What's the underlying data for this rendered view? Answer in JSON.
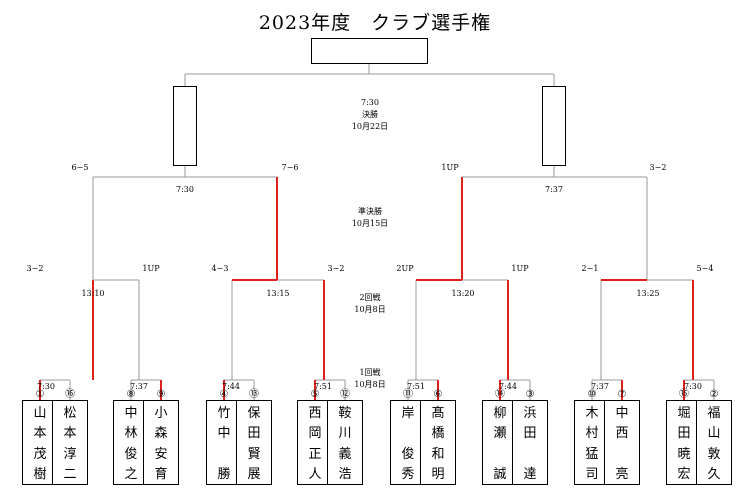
{
  "title": "2023年度　クラブ選手権",
  "rounds": {
    "final": {
      "time": "7:30",
      "name": "決勝",
      "date": "10月22日"
    },
    "semi": {
      "name": "準決勝",
      "date": "10月15日"
    },
    "r2": {
      "name": "2回戦",
      "date": "10月8日"
    },
    "r1": {
      "name": "1回戦",
      "date": "10月8日"
    }
  },
  "semi_matches": [
    {
      "time": "7:30",
      "left_score": "6−5",
      "right_score": "7−6"
    },
    {
      "time": "7:37",
      "left_score": "1UP",
      "right_score": "3−2"
    }
  ],
  "r2_matches": [
    {
      "time": "13:10",
      "left_score": "3−2",
      "right_score": "1UP"
    },
    {
      "time": "13:15",
      "left_score": "4−3",
      "right_score": "3−2"
    },
    {
      "time": "13:20",
      "left_score": "2UP",
      "right_score": "1UP"
    },
    {
      "time": "13:25",
      "left_score": "2−1",
      "right_score": "5−4"
    }
  ],
  "r1_times": [
    "7:30",
    "7:37",
    "7:44",
    "7:51",
    "7:51",
    "7:44",
    "7:37",
    "7:30"
  ],
  "players": [
    {
      "seed": "①",
      "name": [
        "山",
        "本",
        "茂",
        "樹"
      ]
    },
    {
      "seed": "⑯",
      "name": [
        "松",
        "本",
        "淳",
        "二"
      ]
    },
    {
      "seed": "⑧",
      "name": [
        "中",
        "林",
        "俊",
        "之"
      ]
    },
    {
      "seed": "⑨",
      "name": [
        "小",
        "森",
        "安",
        "育"
      ]
    },
    {
      "seed": "④",
      "name": [
        "竹",
        "中",
        "",
        "勝"
      ]
    },
    {
      "seed": "⑬",
      "name": [
        "保",
        "田",
        "賢",
        "展"
      ]
    },
    {
      "seed": "⑤",
      "name": [
        "西",
        "岡",
        "正",
        "人"
      ]
    },
    {
      "seed": "⑫",
      "name": [
        "鞍",
        "川",
        "義",
        "浩"
      ]
    },
    {
      "seed": "⑪",
      "name": [
        "岸",
        "",
        "俊",
        "秀"
      ]
    },
    {
      "seed": "⑥",
      "name": [
        "髙",
        "橋",
        "和",
        "明"
      ]
    },
    {
      "seed": "⑭",
      "name": [
        "柳",
        "瀬",
        "",
        "誠"
      ]
    },
    {
      "seed": "③",
      "name": [
        "浜",
        "田",
        "",
        "達"
      ]
    },
    {
      "seed": "⑩",
      "name": [
        "木",
        "村",
        "猛",
        "司"
      ]
    },
    {
      "seed": "⑦",
      "name": [
        "中",
        "西",
        "",
        "亮"
      ]
    },
    {
      "seed": "⑮",
      "name": [
        "堀",
        "田",
        "暁",
        "宏"
      ]
    },
    {
      "seed": "②",
      "name": [
        "福",
        "山",
        "敦",
        "久"
      ]
    }
  ],
  "colors": {
    "win": "#e0201c",
    "line": "#999999",
    "box": "#000000"
  }
}
